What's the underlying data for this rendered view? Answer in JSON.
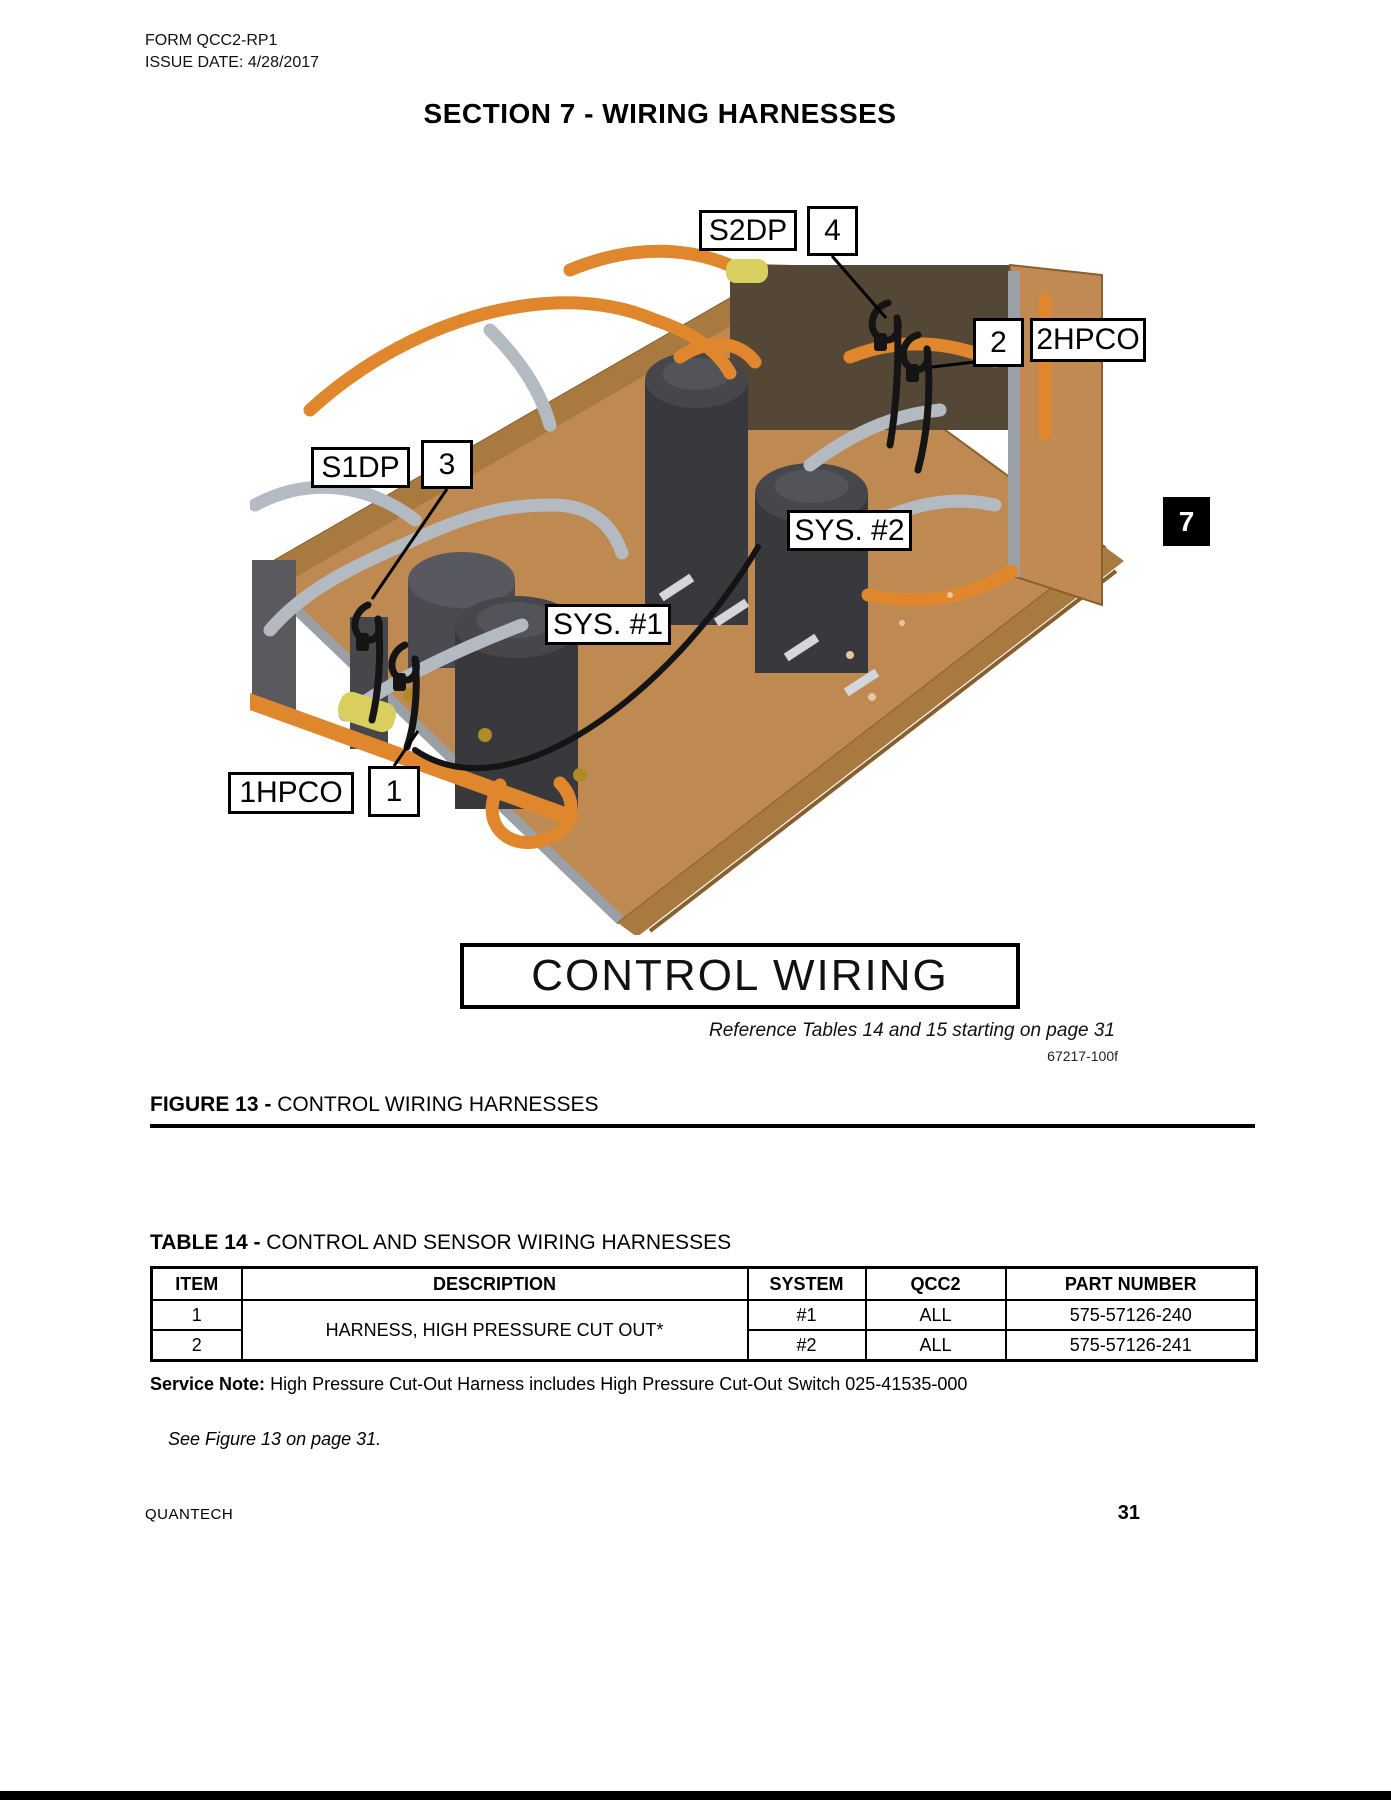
{
  "page": {
    "header": {
      "form_line": "FORM QCC2-RP1",
      "issue_line": "ISSUE DATE: 4/28/2017"
    },
    "section_title": "SECTION 7 - WIRING HARNESSES",
    "side_tab": "7",
    "footer": {
      "brand": "QUANTECH",
      "page_number": "31"
    }
  },
  "figure": {
    "callouts": {
      "s2dp": "S2DP",
      "n4": "4",
      "n2": "2",
      "hpco2": "2HPCO",
      "s1dp": "S1DP",
      "n3": "3",
      "sys2": "SYS. #2",
      "sys1": "SYS. #1",
      "hpco1": "1HPCO",
      "n1": "1"
    },
    "banner": "CONTROL WIRING",
    "reference_note": "Reference Tables 14 and 15 starting on page 31",
    "drawing_number": "67217-100f",
    "caption_label": "FIGURE 13 - ",
    "caption_text": "CONTROL WIRING HARNESSES"
  },
  "table": {
    "caption_label": "TABLE 14 - ",
    "caption_text": "CONTROL AND SENSOR WIRING HARNESSES",
    "headers": [
      "ITEM",
      "DESCRIPTION",
      "SYSTEM",
      "QCC2",
      "PART NUMBER"
    ],
    "description_merged": "HARNESS, HIGH PRESSURE CUT OUT*",
    "rows": [
      {
        "item": "1",
        "system": "#1",
        "qcc2": "ALL",
        "part": "575-57126-240"
      },
      {
        "item": "2",
        "system": "#2",
        "qcc2": "ALL",
        "part": "575-57126-241"
      }
    ],
    "service_note_label": "Service Note:",
    "service_note_text": " High Pressure Cut-Out Harness includes High Pressure Cut-Out Switch 025-41535-000",
    "see_figure_note": "See Figure 13 on page 31."
  },
  "colors": {
    "deck_tan": "#bf8a52",
    "deck_edge": "#8a5f2e",
    "panel_brown": "#554735",
    "pipe_orange": "#e0872e",
    "pipe_gray": "#b4bac2",
    "compressor_gray": "#39393d",
    "valve_yellow": "#d8cf5e",
    "wire_black": "#141414",
    "tab_black": "#000000"
  }
}
